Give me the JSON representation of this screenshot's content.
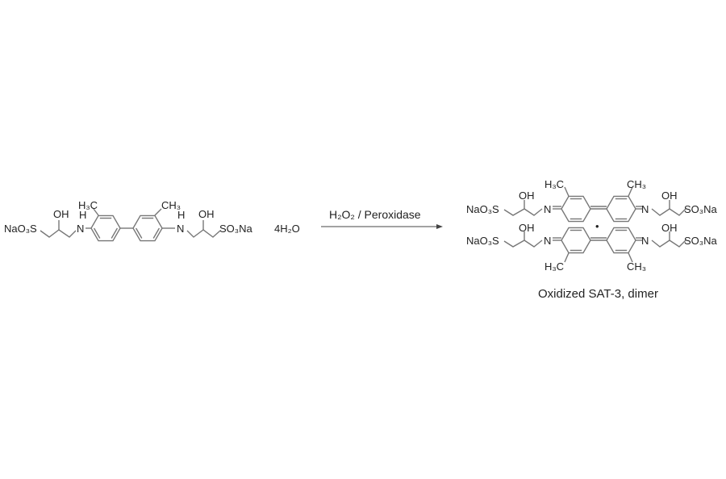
{
  "reactant": {
    "left_group": "NaO₃S",
    "oh_left": "OH",
    "nh_h_left": "H",
    "n_left": "N",
    "methyl_left": "H₃C",
    "methyl_right": "CH₃",
    "nh_h_right": "H",
    "n_right": "N",
    "oh_right": "OH",
    "right_group": "SO₃Na",
    "hydrate": "4H₂O"
  },
  "arrow": {
    "label": "H₂O₂ / Peroxidase"
  },
  "product": {
    "top": {
      "left_group": "NaO₃S",
      "oh_left": "OH",
      "n_left": "N",
      "methyl_left": "H₃C",
      "methyl_right": "CH₃",
      "n_right": "N",
      "oh_right": "OH",
      "right_group": "SO₃Na"
    },
    "bottom": {
      "left_group": "NaO₃S",
      "oh_left": "OH",
      "n_left": "N",
      "methyl_left": "H₃C",
      "methyl_right": "CH₃",
      "n_right": "N",
      "oh_right": "OH",
      "right_group": "SO₃Na"
    },
    "radical_dot": "•",
    "caption": "Oxidized SAT-3, dimer"
  }
}
